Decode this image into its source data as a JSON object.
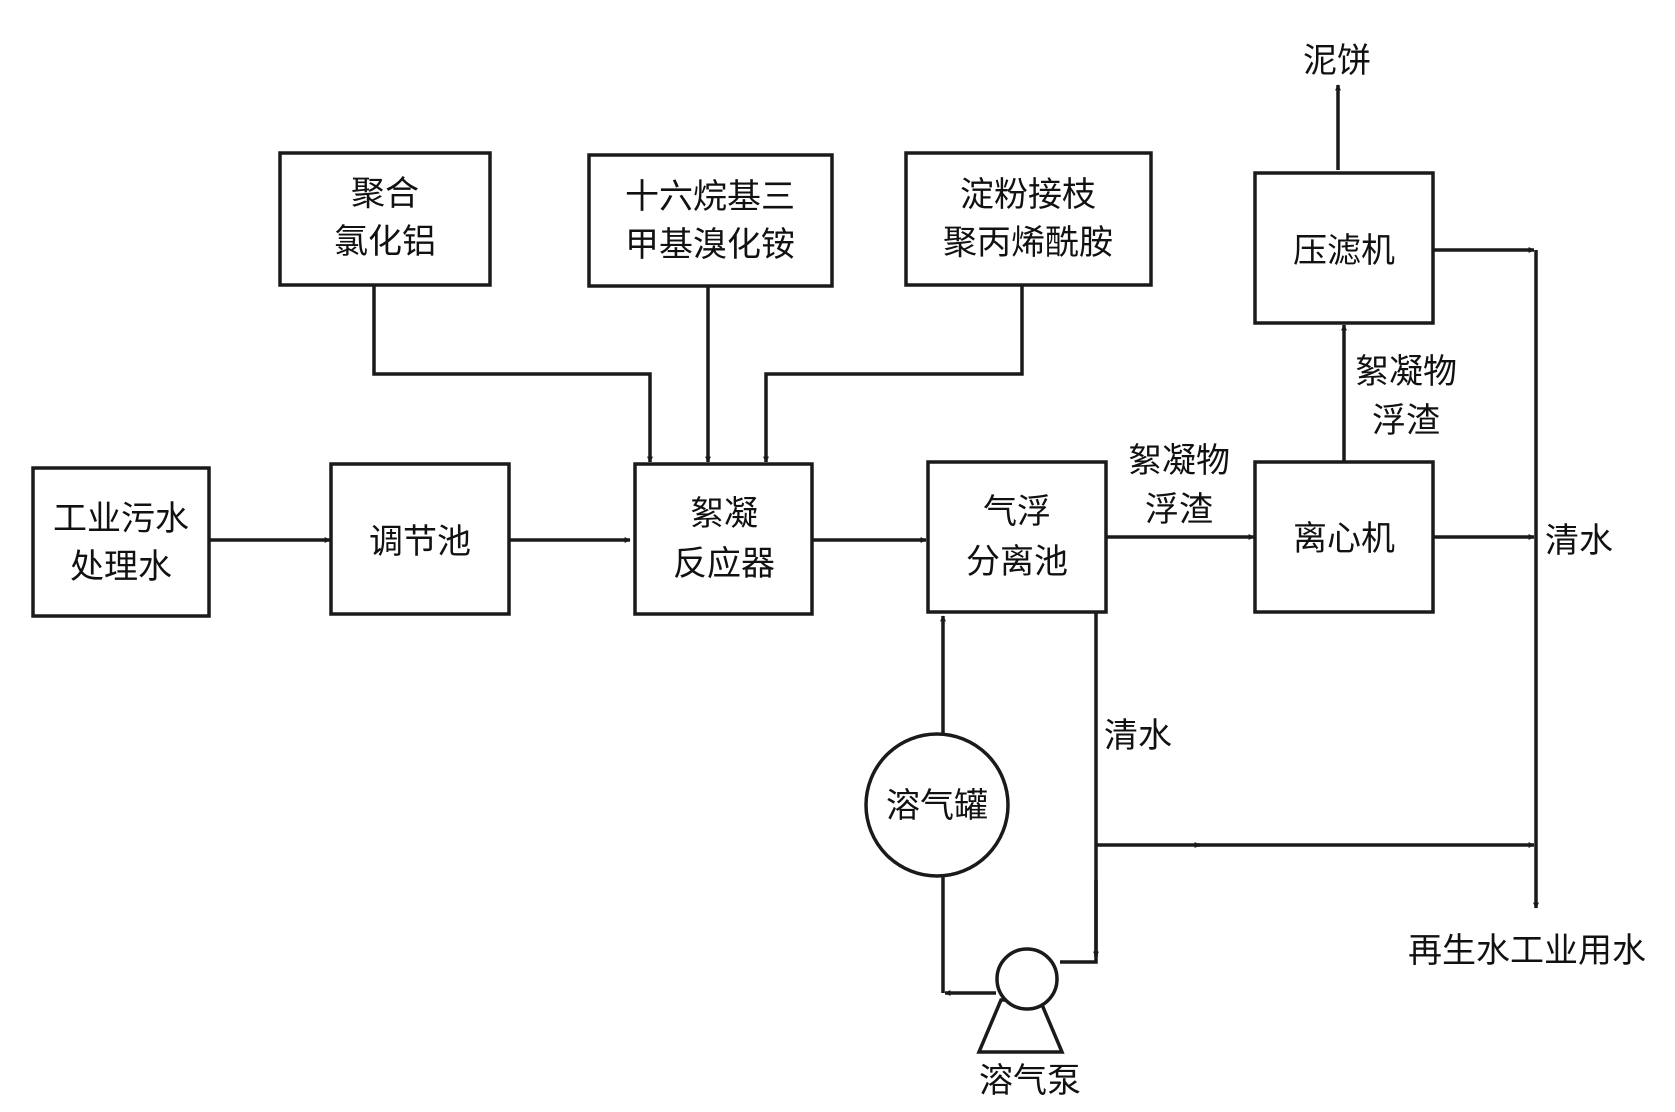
{
  "boxes": {
    "wastewater": [
      "工业污水",
      "处理水"
    ],
    "regulating_tank": [
      "调节池"
    ],
    "pac": [
      "聚合",
      "氯化铝"
    ],
    "ctab": [
      "十六烷基三",
      "甲基溴化铵"
    ],
    "starch_pam": [
      "淀粉接枝",
      "聚丙烯酰胺"
    ],
    "flocculation_reactor": [
      "絮凝",
      "反应器"
    ],
    "air_flotation_tank": [
      "气浮",
      "分离池"
    ],
    "centrifuge": [
      "离心机"
    ],
    "filter_press": [
      "压滤机"
    ],
    "dissolved_air_tank": [
      "溶气罐"
    ]
  },
  "labels": {
    "mud_cake": "泥饼",
    "floc_scum_1": [
      "絮凝物",
      "浮渣"
    ],
    "floc_scum_2": [
      "絮凝物",
      "浮渣"
    ],
    "clear_water_centrifuge": "清水",
    "clear_water_flotation": "清水",
    "reclaimed_water": "再生水工业用水",
    "dissolved_air_pump": "溶气泵"
  }
}
